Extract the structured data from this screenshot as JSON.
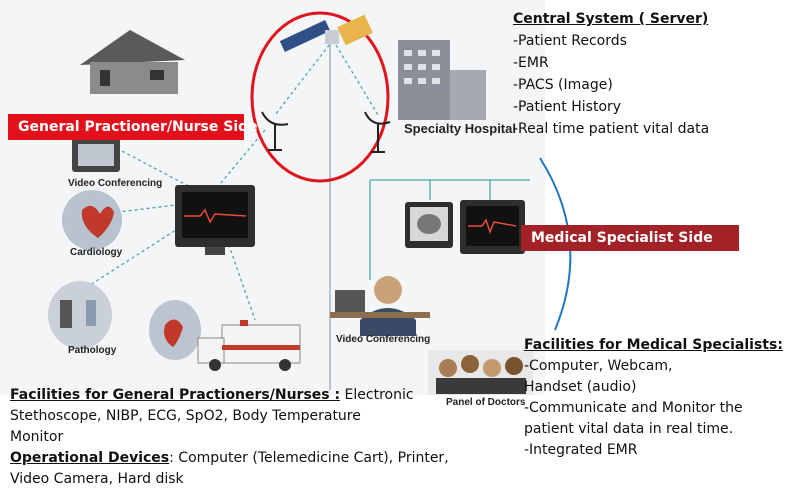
{
  "central": {
    "title": "Central System ( Server)",
    "items": [
      "-Patient Records",
      "-EMR",
      "-PACS (Image)",
      "-Patient History",
      "-Real time patient vital data"
    ]
  },
  "gp_tag": "General Practioner/Nurse Side",
  "specialist_tag": "Medical Specialist Side",
  "hospital_label": "Specialty Hospital",
  "image_labels": {
    "video_conf_left": "Video Conferencing",
    "cardiology": "Cardiology",
    "pathology": "Pathology",
    "video_conf_right": "Video Conferencing",
    "panel": "Panel of Doctors"
  },
  "specialists": {
    "title": "Facilities  for Medical Specialists:",
    "lines": [
      "-Computer, Webcam,",
      "Handset (audio)",
      "-Communicate and Monitor the",
      "patient vital data in real time.",
      "-Integrated EMR"
    ]
  },
  "gp_facilities": {
    "title": "Facilities for General Practioners/Nurses :",
    "text_1": " Electronic",
    "text_2": "Stethoscope, NIBP, ECG, SpO2, Body Temperature",
    "text_3": "Monitor",
    "devices_title": "Operational Devices",
    "devices_text": ": Computer (Telemedicine Cart), Printer,",
    "devices_text_2": "Video Camera, Hard disk"
  },
  "colors": {
    "tag_red": "#e1101b",
    "tag_darkred": "#a32227",
    "circle": "#e0141b",
    "arc": "#1f77c4",
    "beam": "#4aa8a8"
  }
}
